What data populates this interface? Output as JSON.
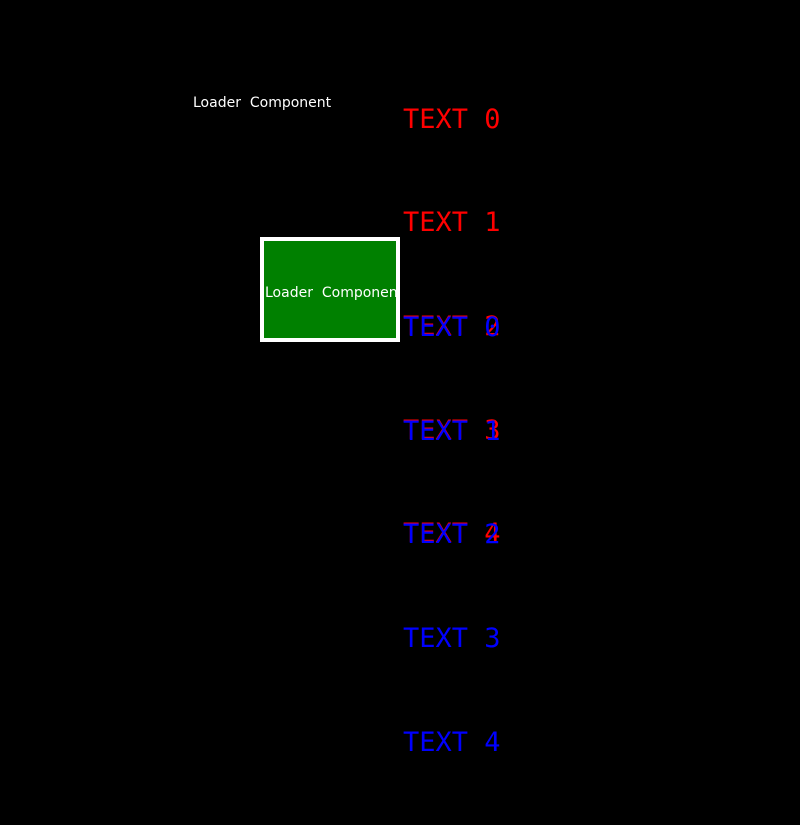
{
  "colors": {
    "background": "#000000",
    "label_text": "#ffffff",
    "box_fill": "#008000",
    "box_border": "#ffffff",
    "red_text": "#ff0000",
    "blue_text": "#0000ff"
  },
  "loader_label": {
    "text": "Loader  Component"
  },
  "loader_box": {
    "label": "Loader  Component"
  },
  "red_list": {
    "items": [
      "TEXT 0",
      "TEXT 1",
      "TEXT 2",
      "TEXT 3",
      "TEXT 4"
    ]
  },
  "blue_list": {
    "items": [
      "TEXT 0",
      "TEXT 1",
      "TEXT 2",
      "TEXT 3",
      "TEXT 4"
    ]
  }
}
